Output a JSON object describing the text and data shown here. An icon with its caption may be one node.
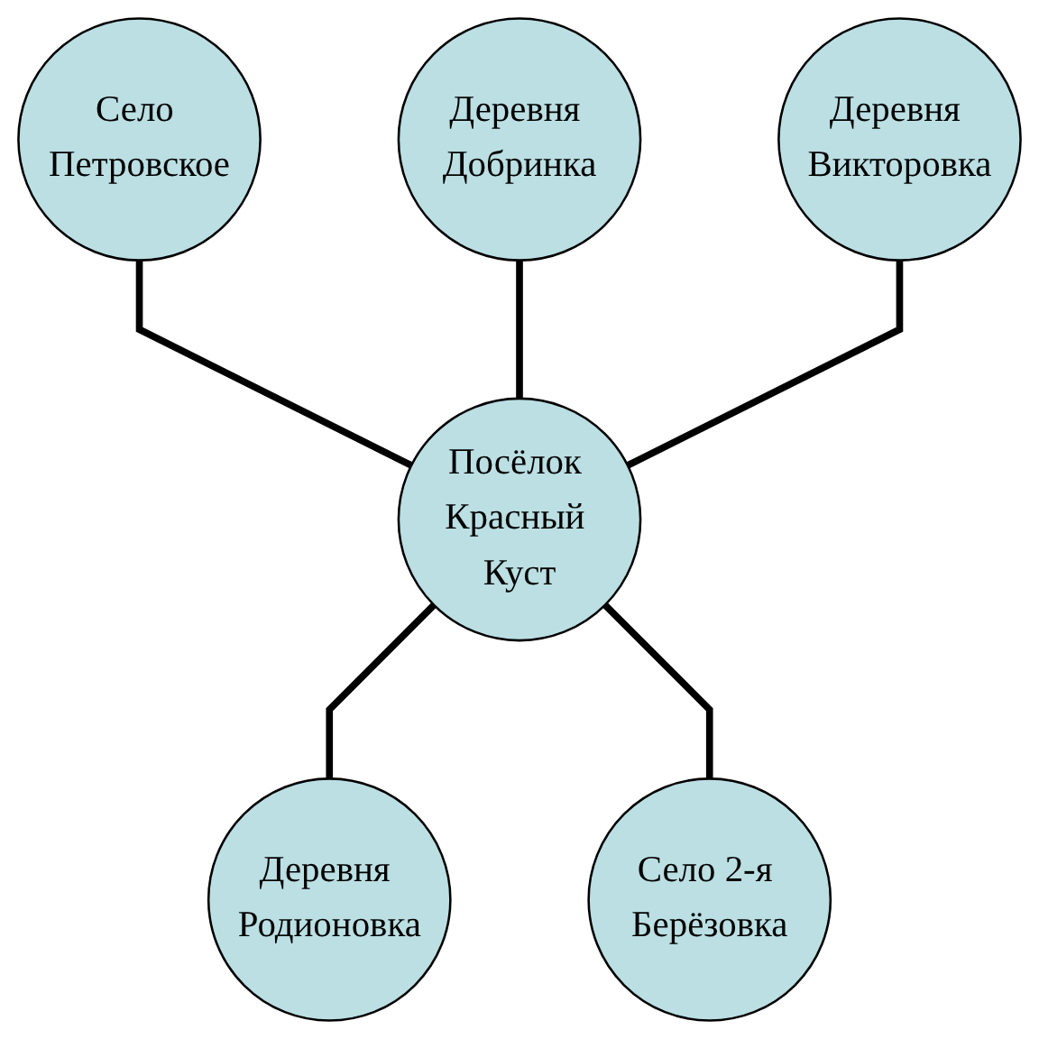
{
  "diagram": {
    "nodes": [
      {
        "text": [
          "Деревня Добринка"
        ]
      },
      {
        "text": [
          "Село Петровское"
        ]
      },
      {
        "text": [
          "Деревня Викторовка"
        ]
      },
      {
        "text": [
          "Посёлок Красный Куст"
        ]
      },
      {
        "text": [
          "Деревня Родионовка"
        ]
      },
      {
        "text": [
          "Село 2-я Берёзовка"
        ]
      }
    ],
    "edges": [
      {
        "from": 1,
        "to": 3,
        "arrow": "none"
      },
      {
        "from": 0,
        "to": 3,
        "arrow": "none"
      },
      {
        "from": 2,
        "to": 3,
        "arrow": "none"
      },
      {
        "from": 3,
        "to": 4,
        "arrow": "none"
      },
      {
        "from": 3,
        "to": 5,
        "arrow": "none"
      }
    ]
  }
}
